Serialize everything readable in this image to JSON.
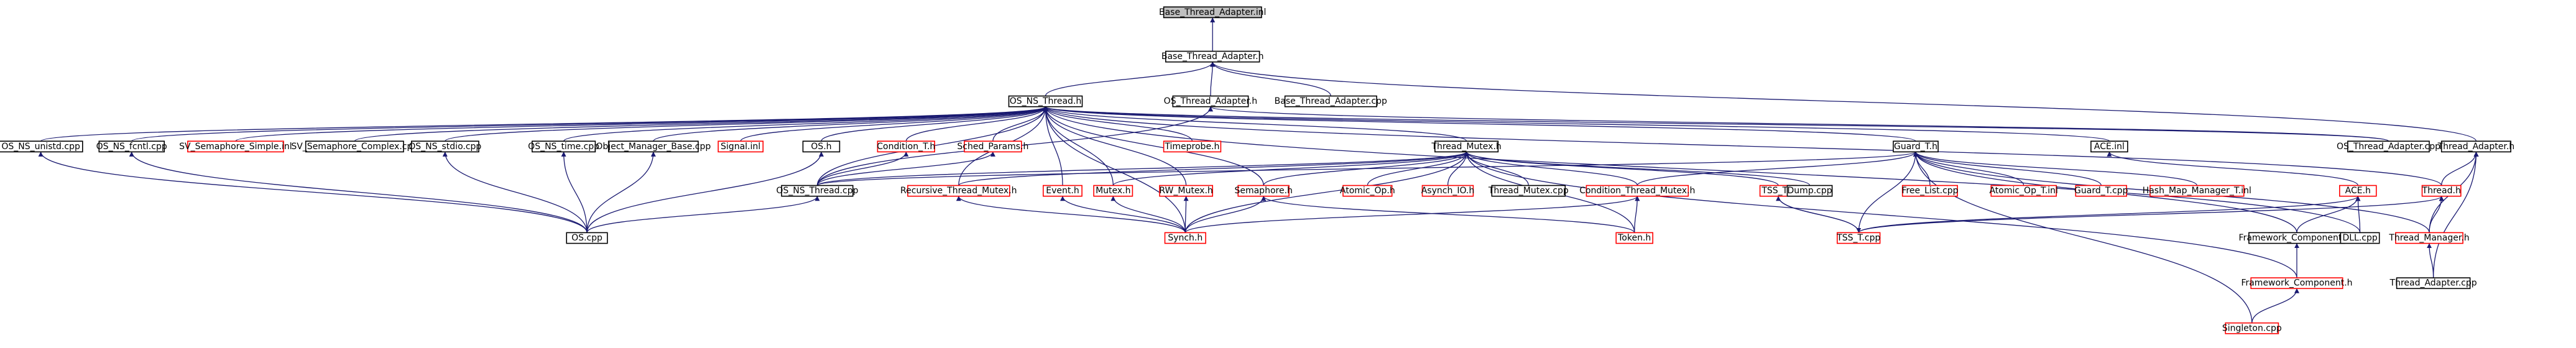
{
  "colors": {
    "edge": "#191970",
    "normal_border": "#000000",
    "truncated_border": "#ff0000",
    "root_fill": "#bfbfbf",
    "node_fill": "#ffffff",
    "text": "#000000"
  },
  "graph": {
    "nodes": [
      {
        "id": "n0",
        "label": "Base_Thread_Adapter.inl",
        "style": "root"
      },
      {
        "id": "n1",
        "label": "Base_Thread_Adapter.h",
        "style": "normal"
      },
      {
        "id": "n2",
        "label": "OS_NS_Thread.h",
        "style": "normal"
      },
      {
        "id": "n3",
        "label": "OS_Thread_Adapter.h",
        "style": "normal"
      },
      {
        "id": "n4",
        "label": "Base_Thread_Adapter.cpp",
        "style": "normal"
      },
      {
        "id": "n5",
        "label": "OS_NS_unistd.cpp",
        "style": "normal"
      },
      {
        "id": "n6",
        "label": "OS_NS_fcntl.cpp",
        "style": "normal"
      },
      {
        "id": "n7",
        "label": "SV_Semaphore_Simple.inl",
        "style": "truncated"
      },
      {
        "id": "n8",
        "label": "SV_Semaphore_Complex.cpp",
        "style": "normal"
      },
      {
        "id": "n9",
        "label": "OS_NS_stdio.cpp",
        "style": "normal"
      },
      {
        "id": "n10",
        "label": "OS_NS_time.cpp",
        "style": "normal"
      },
      {
        "id": "n11",
        "label": "Object_Manager_Base.cpp",
        "style": "normal"
      },
      {
        "id": "n12",
        "label": "Signal.inl",
        "style": "truncated"
      },
      {
        "id": "n13",
        "label": "OS.h",
        "style": "normal"
      },
      {
        "id": "n14",
        "label": "Condition_T.h",
        "style": "truncated"
      },
      {
        "id": "n15",
        "label": "Sched_Params.h",
        "style": "truncated"
      },
      {
        "id": "n16",
        "label": "Timeprobe.h",
        "style": "truncated"
      },
      {
        "id": "n17",
        "label": "Thread_Mutex.h",
        "style": "normal"
      },
      {
        "id": "n18",
        "label": "Guard_T.h",
        "style": "normal"
      },
      {
        "id": "n19",
        "label": "ACE.inl",
        "style": "normal"
      },
      {
        "id": "n20",
        "label": "OS_Thread_Adapter.cpp",
        "style": "normal"
      },
      {
        "id": "n21",
        "label": "Thread_Adapter.h",
        "style": "normal"
      },
      {
        "id": "n22",
        "label": "OS_NS_Thread.cpp",
        "style": "normal"
      },
      {
        "id": "n23",
        "label": "Recursive_Thread_Mutex.h",
        "style": "truncated"
      },
      {
        "id": "n24",
        "label": "Event.h",
        "style": "truncated"
      },
      {
        "id": "n25",
        "label": "Mutex.h",
        "style": "truncated"
      },
      {
        "id": "n26",
        "label": "RW_Mutex.h",
        "style": "truncated"
      },
      {
        "id": "n27",
        "label": "Semaphore.h",
        "style": "truncated"
      },
      {
        "id": "n28",
        "label": "Atomic_Op.h",
        "style": "truncated"
      },
      {
        "id": "n29",
        "label": "Asynch_IO.h",
        "style": "truncated"
      },
      {
        "id": "n30",
        "label": "Thread_Mutex.cpp",
        "style": "normal"
      },
      {
        "id": "n31",
        "label": "Condition_Thread_Mutex.h",
        "style": "truncated"
      },
      {
        "id": "n32",
        "label": "TSS_T.h",
        "style": "truncated"
      },
      {
        "id": "n33",
        "label": "Dump.cpp",
        "style": "normal"
      },
      {
        "id": "n34",
        "label": "Free_List.cpp",
        "style": "truncated"
      },
      {
        "id": "n35",
        "label": "Atomic_Op_T.inl",
        "style": "truncated"
      },
      {
        "id": "n36",
        "label": "Guard_T.cpp",
        "style": "truncated"
      },
      {
        "id": "n37",
        "label": "Hash_Map_Manager_T.inl",
        "style": "truncated"
      },
      {
        "id": "n38",
        "label": "ACE.h",
        "style": "truncated"
      },
      {
        "id": "n39",
        "label": "Thread.h",
        "style": "truncated"
      },
      {
        "id": "n40",
        "label": "OS.cpp",
        "style": "normal"
      },
      {
        "id": "n41",
        "label": "Synch.h",
        "style": "truncated"
      },
      {
        "id": "n42",
        "label": "Token.h",
        "style": "truncated"
      },
      {
        "id": "n43",
        "label": "TSS_T.cpp",
        "style": "truncated"
      },
      {
        "id": "n44",
        "label": "Framework_Component.inl",
        "style": "normal"
      },
      {
        "id": "n45",
        "label": "DLL.cpp",
        "style": "normal"
      },
      {
        "id": "n46",
        "label": "Thread_Manager.h",
        "style": "truncated"
      },
      {
        "id": "n47",
        "label": "Framework_Component.h",
        "style": "truncated"
      },
      {
        "id": "n48",
        "label": "Thread_Adapter.cpp",
        "style": "normal"
      },
      {
        "id": "n49",
        "label": "Singleton.cpp",
        "style": "truncated"
      }
    ],
    "edges": [
      [
        "n1",
        "n0"
      ],
      [
        "n2",
        "n1"
      ],
      [
        "n3",
        "n1"
      ],
      [
        "n4",
        "n1"
      ],
      [
        "n21",
        "n1"
      ],
      [
        "n5",
        "n2"
      ],
      [
        "n6",
        "n2"
      ],
      [
        "n7",
        "n2"
      ],
      [
        "n8",
        "n2"
      ],
      [
        "n9",
        "n2"
      ],
      [
        "n10",
        "n2"
      ],
      [
        "n11",
        "n2"
      ],
      [
        "n12",
        "n2"
      ],
      [
        "n13",
        "n2"
      ],
      [
        "n14",
        "n2"
      ],
      [
        "n15",
        "n2"
      ],
      [
        "n16",
        "n2"
      ],
      [
        "n17",
        "n2"
      ],
      [
        "n18",
        "n2"
      ],
      [
        "n19",
        "n2"
      ],
      [
        "n20",
        "n2"
      ],
      [
        "n22",
        "n2"
      ],
      [
        "n23",
        "n2"
      ],
      [
        "n24",
        "n2"
      ],
      [
        "n25",
        "n2"
      ],
      [
        "n26",
        "n2"
      ],
      [
        "n27",
        "n2"
      ],
      [
        "n39",
        "n2"
      ],
      [
        "n41",
        "n2"
      ],
      [
        "n45",
        "n2"
      ],
      [
        "n20",
        "n3"
      ],
      [
        "n22",
        "n3"
      ],
      [
        "n39",
        "n21"
      ],
      [
        "n46",
        "n21"
      ],
      [
        "n48",
        "n21"
      ],
      [
        "n22",
        "n17"
      ],
      [
        "n23",
        "n17"
      ],
      [
        "n25",
        "n17"
      ],
      [
        "n27",
        "n17"
      ],
      [
        "n28",
        "n17"
      ],
      [
        "n29",
        "n17"
      ],
      [
        "n30",
        "n17"
      ],
      [
        "n31",
        "n17"
      ],
      [
        "n32",
        "n17"
      ],
      [
        "n33",
        "n17"
      ],
      [
        "n41",
        "n17"
      ],
      [
        "n42",
        "n17"
      ],
      [
        "n47",
        "n17"
      ],
      [
        "n22",
        "n18"
      ],
      [
        "n31",
        "n18"
      ],
      [
        "n34",
        "n18"
      ],
      [
        "n35",
        "n18"
      ],
      [
        "n36",
        "n18"
      ],
      [
        "n37",
        "n18"
      ],
      [
        "n43",
        "n18"
      ],
      [
        "n44",
        "n18"
      ],
      [
        "n46",
        "n18"
      ],
      [
        "n49",
        "n18"
      ],
      [
        "n38",
        "n19"
      ],
      [
        "n43",
        "n38"
      ],
      [
        "n44",
        "n38"
      ],
      [
        "n45",
        "n38"
      ],
      [
        "n43",
        "n39"
      ],
      [
        "n46",
        "n39"
      ],
      [
        "n40",
        "n5"
      ],
      [
        "n40",
        "n6"
      ],
      [
        "n40",
        "n9"
      ],
      [
        "n40",
        "n10"
      ],
      [
        "n40",
        "n11"
      ],
      [
        "n40",
        "n13"
      ],
      [
        "n40",
        "n22"
      ],
      [
        "n22",
        "n14"
      ],
      [
        "n22",
        "n15"
      ],
      [
        "n41",
        "n23"
      ],
      [
        "n41",
        "n24"
      ],
      [
        "n41",
        "n25"
      ],
      [
        "n41",
        "n26"
      ],
      [
        "n41",
        "n27"
      ],
      [
        "n41",
        "n31"
      ],
      [
        "n42",
        "n27"
      ],
      [
        "n42",
        "n31"
      ],
      [
        "n43",
        "n32"
      ],
      [
        "n32",
        "n43"
      ],
      [
        "n47",
        "n44"
      ],
      [
        "n49",
        "n47"
      ],
      [
        "n48",
        "n46"
      ]
    ]
  }
}
